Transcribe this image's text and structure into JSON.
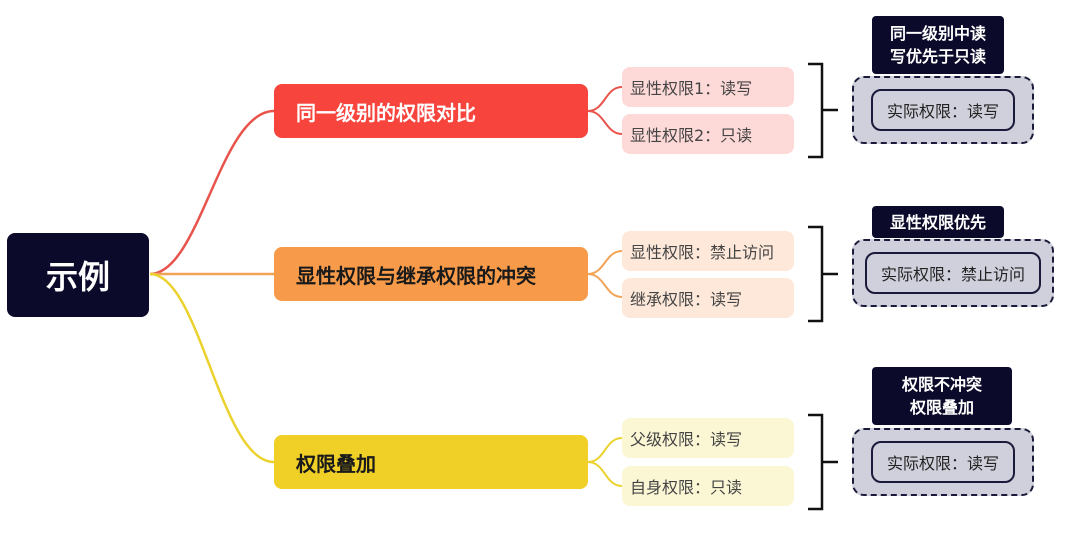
{
  "root": {
    "label": "示例"
  },
  "branches": [
    {
      "title": "同一级别的权限对比",
      "color": "#f7453e",
      "leaf_color": "#fdd9d8",
      "leaves": [
        "显性权限1：读写",
        "显性权限2：只读"
      ],
      "note": "同一级别中读\n写优先于只读",
      "result": "实际权限：读写"
    },
    {
      "title": "显性权限与继承权限的冲突",
      "color": "#f79a49",
      "leaf_color": "#fde8d9",
      "leaves": [
        "显性权限：禁止访问",
        "继承权限：读写"
      ],
      "note": "显性权限优先",
      "result": "实际权限：禁止访问"
    },
    {
      "title": "权限叠加",
      "color": "#f0d026",
      "leaf_color": "#fbf7d5",
      "leaves": [
        "父级权限：读写",
        "自身权限：只读"
      ],
      "note": "权限不冲突\n权限叠加",
      "result": "实际权限：读写"
    }
  ],
  "colors": {
    "root": "#0b0a2a",
    "result_bg": "#d0d0dc",
    "bracket": "#111111"
  }
}
